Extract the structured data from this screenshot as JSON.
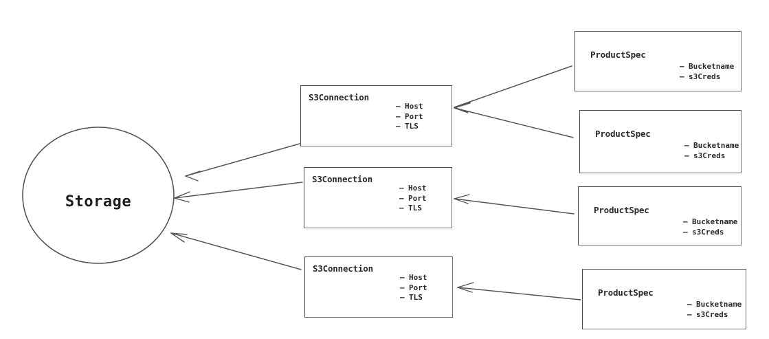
{
  "diagram": {
    "title_text": "Storage",
    "stroke_color": "#555555",
    "text_color": "#2a2a2a",
    "background_color": "#ffffff",
    "central_node": {
      "label": "Storage",
      "shape": "circle"
    },
    "s3_connections": [
      {
        "title": "S3Connection",
        "attributes": [
          "Host",
          "Port",
          "TLS"
        ]
      },
      {
        "title": "S3Connection",
        "attributes": [
          "Host",
          "Port",
          "TLS"
        ]
      },
      {
        "title": "S3Connection",
        "attributes": [
          "Host",
          "Port",
          "TLS"
        ]
      }
    ],
    "product_specs": [
      {
        "title": "ProductSpec",
        "attributes": [
          "Bucketname",
          "s3Creds"
        ]
      },
      {
        "title": "ProductSpec",
        "attributes": [
          "Bucketname",
          "s3Creds"
        ]
      },
      {
        "title": "ProductSpec",
        "attributes": [
          "Bucketname",
          "s3Creds"
        ]
      },
      {
        "title": "ProductSpec",
        "attributes": [
          "Bucketname",
          "s3Creds"
        ]
      }
    ],
    "attribute_bullet": "–"
  }
}
